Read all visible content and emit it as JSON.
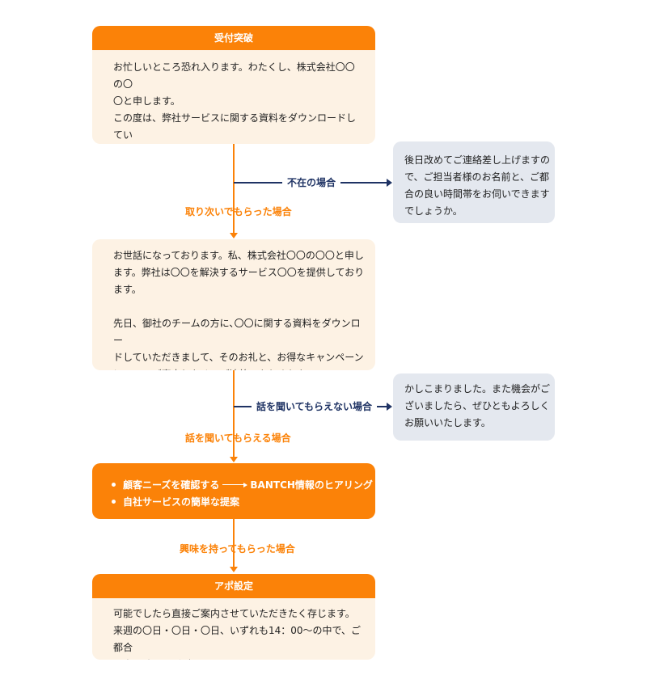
{
  "colors": {
    "accent": "#fb8208",
    "cream": "#fdf2e4",
    "gray": "#e4e8ef",
    "navy": "#1f3364"
  },
  "step1": {
    "title": "受付突破",
    "body": "お忙しいところ恐れ入ります。わたくし、株式会社〇〇の〇\n〇と申します。\nこの度は、弊社サービスに関する資料をダウンロードしてい\nただいたお礼とご案内を致したく、お電話差し上げました。\n〇〇についてお分かりになる方はいらっしゃいますか？"
  },
  "branch1": {
    "label": "不在の場合",
    "response": "後日改めてご連絡差し上げますの\nで、ご担当者様のお名前と、ご都\n合の良い時間帯をお伺いできます\nでしょうか。"
  },
  "flow1_label": "取り次いでもらった場合",
  "step2": {
    "body": "お世話になっております。私、株式会社〇〇の〇〇と申し\nます。弊社は〇〇を解決するサービス〇〇を提供しており\nます。\n\n先日、御社のチームの方に､〇〇に関する資料をダウンロー\nドしていただきまして、そのお礼と、お得なキャンペーン\nについてご案内したく、ご連絡いたしました。"
  },
  "branch2": {
    "label": "話を聞いてもらえない場合",
    "response": "かしこまりました。また機会がご\nざいましたら、ぜひともよろしく\nお願いいたします。"
  },
  "flow2_label": "話を聞いてもらえる場合",
  "step3": {
    "bullet1_left": "顧客ニーズを確認する",
    "bullet1_right": "BANTCH情報のヒアリング",
    "bullet2": "自社サービスの簡単な提案"
  },
  "flow3_label": "興味を持ってもらった場合",
  "step4": {
    "title": "アポ設定",
    "body": "可能でしたら直接ご案内させていただきたく存じます。\n来週の〇日・〇日・〇日、いずれも14：00〜の中で、ご都合\nの良い時間はございますでしょうか？"
  }
}
